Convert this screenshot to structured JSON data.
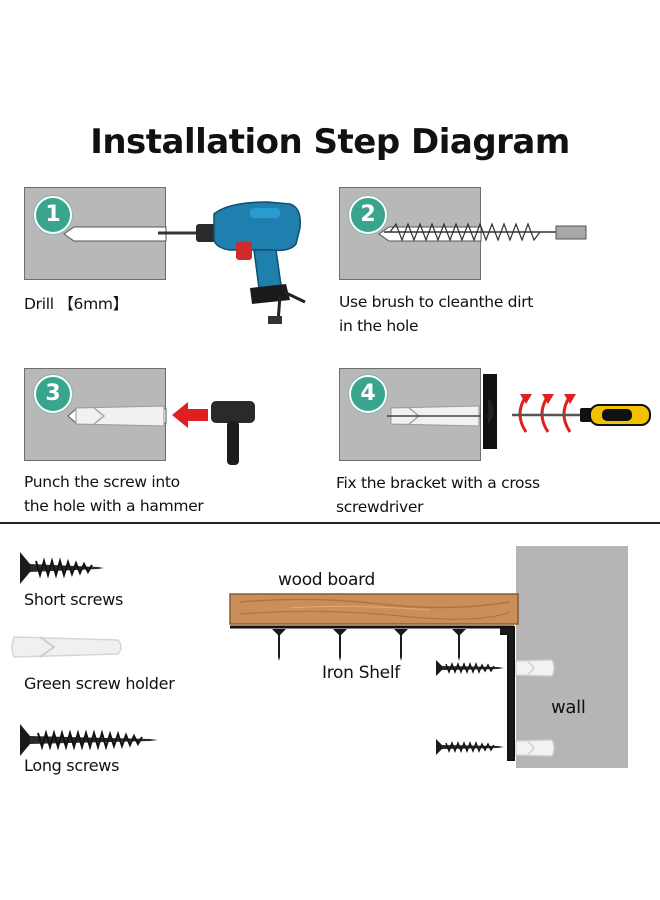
{
  "title": "Installation Step Diagram",
  "steps": [
    {
      "number": "1",
      "lines": [
        "Drill 【6mm】"
      ],
      "icon": "drill-icon"
    },
    {
      "number": "2",
      "lines": [
        "Use brush to cleanthe dirt",
        "in the hole"
      ],
      "icon": "brush-icon"
    },
    {
      "number": "3",
      "lines": [
        "Punch the screw into",
        "the hole with a hammer"
      ],
      "icon": "hammer-icon"
    },
    {
      "number": "4",
      "lines": [
        "Fix the bracket with a cross",
        "screwdriver"
      ],
      "icon": "screwdriver-icon"
    }
  ],
  "parts": {
    "short_screws": "Short screws",
    "screw_holder": "Green screw holder",
    "long_screws": "Long screws"
  },
  "assembly": {
    "wood_board": "wood board",
    "iron_shelf": "Iron Shelf",
    "wall": "wall"
  },
  "colors": {
    "badge": "#3aa58e",
    "panel": "#b8b8b8",
    "drill_body": "#1f7fae",
    "screwdriver_handle": "#f2c200",
    "arrow_red": "#e02020",
    "wood": "#c98f5a",
    "wall": "#b5b5b5"
  }
}
